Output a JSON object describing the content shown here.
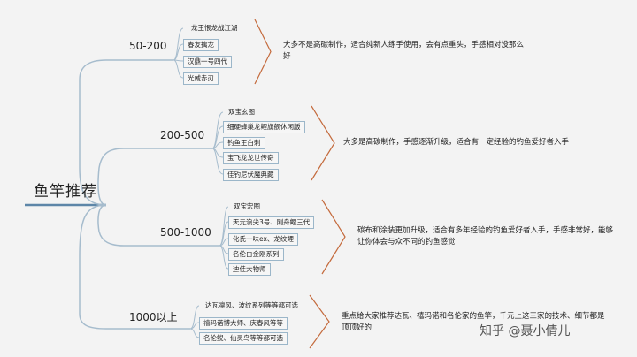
{
  "root": "鱼竿推荐",
  "branches": [
    {
      "label": "50-200",
      "items": [
        "龙王恨龙战江湖",
        "春友擒龙",
        "汉鼎一号四代",
        "光威赤刃"
      ],
      "note": "大多不是高碳制作，适合纯新人练手使用，会有点重头，手感相对没那么好"
    },
    {
      "label": "200-500",
      "items": [
        "双宝玄图",
        "细硬蜂巢龙鲤旗舰休闲版",
        "钓鱼王白刺",
        "宝飞龙龙世传奇",
        "佳钓尼伏魔典藏"
      ],
      "note": "大多是高碳制作，手感逐渐升级，适合有一定经验的钓鱼爱好者入手"
    },
    {
      "label": "500-1000",
      "items": [
        "双宝宏图",
        "天元浪尖3号、刚舟鲤三代",
        "化氏一味ex、龙纹鲤",
        "名伦白金刚系列",
        "迪佳大物师"
      ],
      "note": "碳布和涂装更加升级，适合有多年经验的钓鱼爱好者入手，手感非常好，能够让你体会与众不同的钓鱼感觉"
    },
    {
      "label": "1000以上",
      "items": [
        "达瓦凛风、波纹系列等等都可选",
        "禧玛诺博大师、庆春风等等",
        "名伦鲵、仙灵鸟等等都可选"
      ],
      "note": "重点给大家推荐达瓦、禧玛诺和名伦家的鱼竿，千元上这三家的技术、细节都是顶顶好的"
    }
  ],
  "watermark": "知乎 @聂小倩儿",
  "colors": {
    "line": "#a6bccd",
    "bracket": "#c46a3c",
    "root_line": "#5d86a8"
  }
}
